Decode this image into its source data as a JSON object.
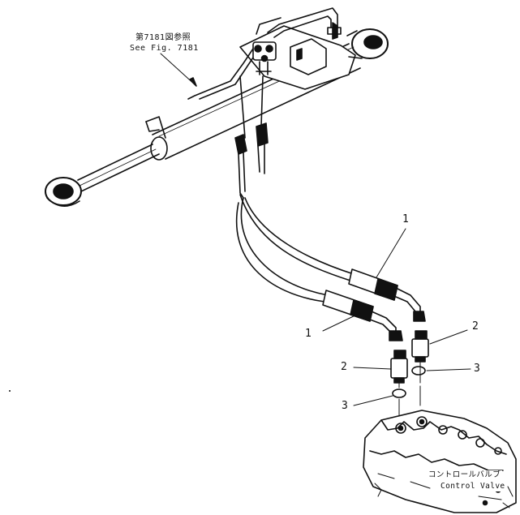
{
  "reference": {
    "jp": "第7181図参照",
    "en": "See Fig. 7181"
  },
  "callouts": [
    {
      "id": "hose-1-upper",
      "number": "1"
    },
    {
      "id": "hose-1-lower",
      "number": "1"
    },
    {
      "id": "adapter-2-right",
      "number": "2"
    },
    {
      "id": "adapter-2-left",
      "number": "2"
    },
    {
      "id": "oring-3-right",
      "number": "3"
    },
    {
      "id": "oring-3-left",
      "number": "3"
    }
  ],
  "control_valve": {
    "jp": "コントロールバルブ",
    "en": "Control Valve"
  }
}
